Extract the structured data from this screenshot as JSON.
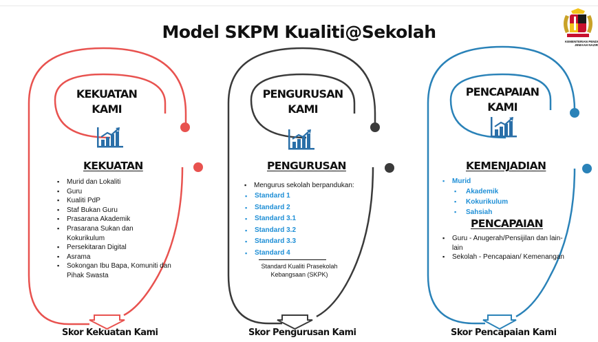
{
  "title": "Model SKPM Kualiti@Sekolah",
  "logo": {
    "caption_line1": "KEMENTERIAN PENDI",
    "caption_line2": "JEMAAH NAZIR"
  },
  "colors": {
    "red": "#e8524f",
    "dark": "#3a3a3a",
    "blue": "#2a82b8",
    "link": "#1f8fd6"
  },
  "panels": {
    "kekuatan": {
      "title_line1": "KEKUATAN",
      "title_line2": "KAMI",
      "icon": "bar-chart-growth-icon",
      "heading": "KEKUATAN",
      "items": [
        "Murid dan Lokaliti",
        "Guru",
        "Kualiti PdP",
        "Staf Bukan Guru",
        "Prasarana Akademik",
        "Prasarana Sukan dan Kokurikulum",
        "Persekitaran Digital",
        "Asrama",
        "Sokongan Ibu Bapa, Komuniti dan Pihak Swasta"
      ],
      "score": "Skor Kekuatan Kami"
    },
    "pengurusan": {
      "title_line1": "PENGURUSAN",
      "title_line2": "KAMI",
      "icon": "bar-chart-growth-icon",
      "heading": "PENGURUSAN",
      "intro": "Mengurus sekolah berpandukan:",
      "standards": [
        "Standard 1",
        "Standard 2",
        "Standard 3.1",
        "Standard 3.2",
        "Standard 3.3",
        "Standard 4"
      ],
      "note_line1": "Standard Kualiti Prasekolah",
      "note_line2": "Kebangsaan (SKPK)",
      "score": "Skor Pengurusan  Kami"
    },
    "pencapaian": {
      "title_line1": "PENCAPAIAN KAMI",
      "icon": "bar-chart-growth-icon",
      "heading1": "KEMENJADIAN",
      "murid": "Murid",
      "murid_sub": [
        "Akademik",
        "Kokurikulum",
        "Sahsiah"
      ],
      "heading2": "PENCAPAIAN",
      "items": [
        "Guru - Anugerah/Pensijilan dan lain-lain",
        "Sekolah - Pencapaian/ Kemenangan"
      ],
      "score": "Skor Pencapaian Kami"
    }
  }
}
